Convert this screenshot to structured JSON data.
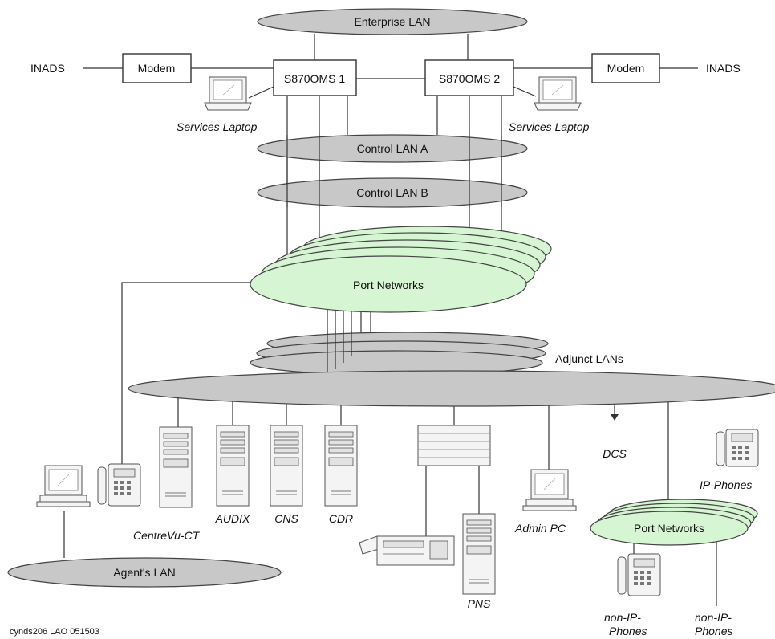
{
  "nodes": {
    "enterprise_lan": "Enterprise LAN",
    "inads_left": "INADS",
    "inads_right": "INADS",
    "modem_left": "Modem",
    "modem_right": "Modem",
    "server1": "S870OMS 1",
    "server2": "S870OMS 2",
    "services_laptop_left": "Services Laptop",
    "services_laptop_right": "Services Laptop",
    "control_lan_a": "Control LAN A",
    "control_lan_b": "Control LAN B",
    "port_networks_main": "Port Networks",
    "adjunct_lans": "Adjunct LANs",
    "centrevu": "CentreVu-CT",
    "audix": "AUDIX",
    "cns": "CNS",
    "cdr": "CDR",
    "pns": "PNS",
    "dcs": "DCS",
    "admin_pc": "Admin PC",
    "ip_phones": "IP-Phones",
    "port_networks_remote": "Port Networks",
    "non_ip_phones_1a": "non-IP-",
    "non_ip_phones_1b": "Phones",
    "non_ip_phones_2a": "non-IP-",
    "non_ip_phones_2b": "Phones",
    "agents_lan": "Agent's LAN"
  },
  "caption": "cynds206 LAO 051503",
  "colors": {
    "lan_gray": "#c8c8c8",
    "port_network_green": "#d6f5d3"
  }
}
